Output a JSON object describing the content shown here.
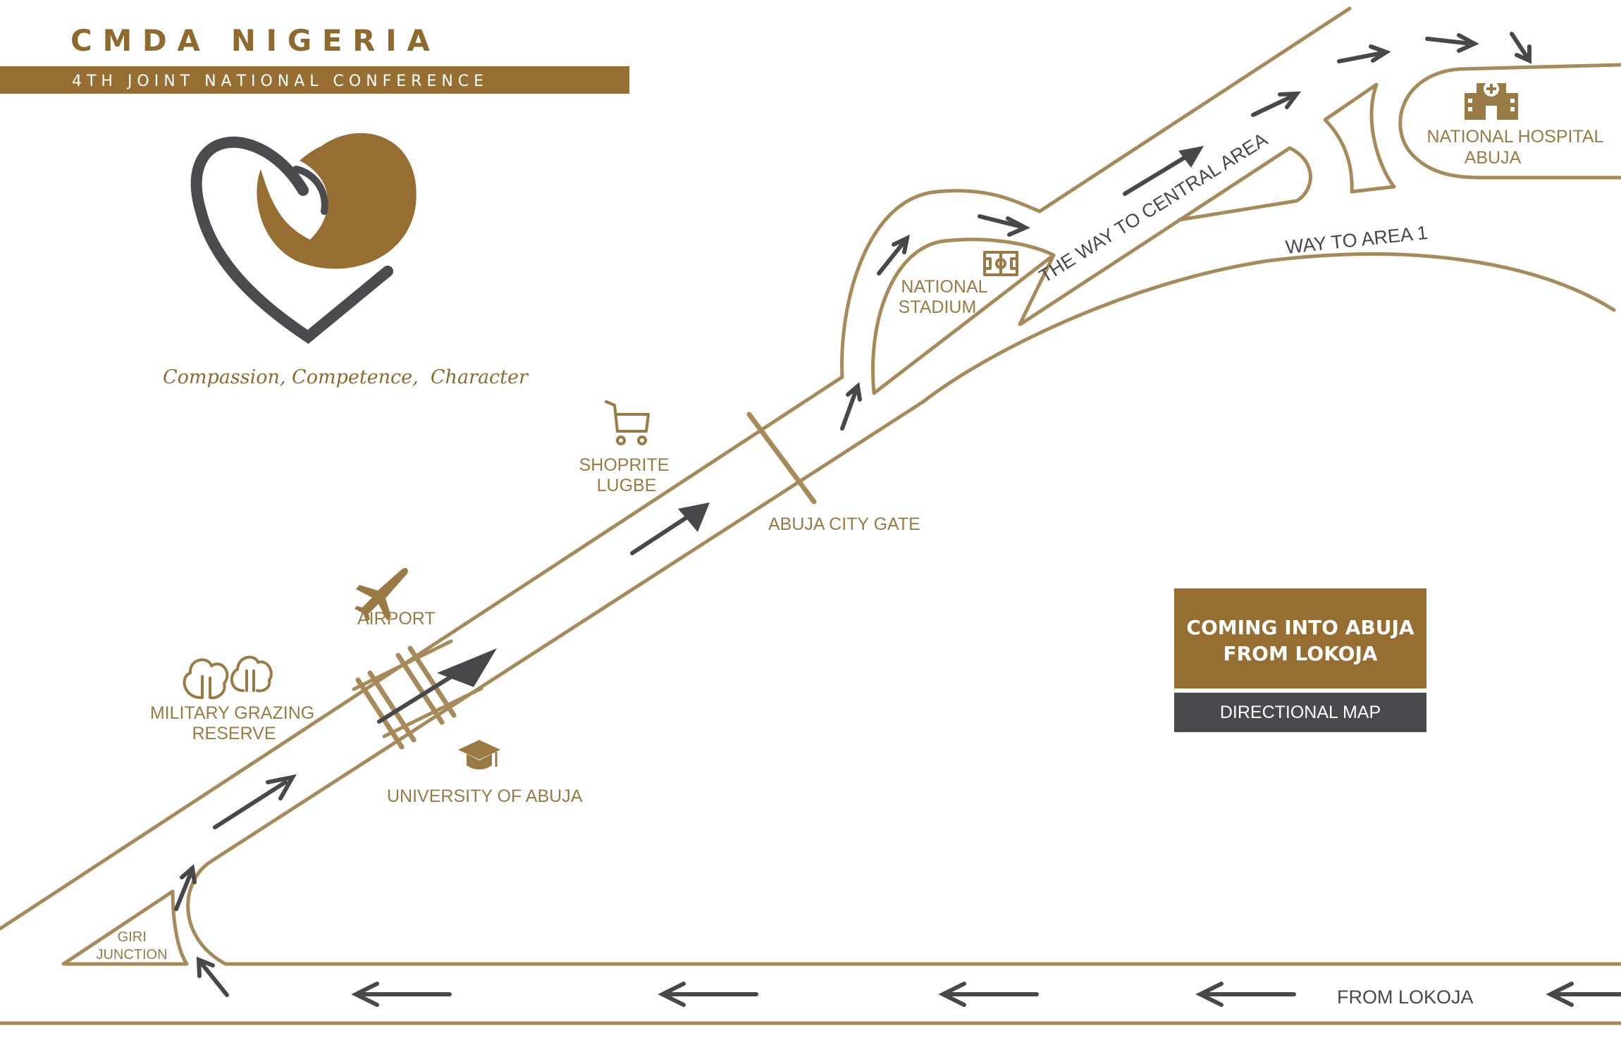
{
  "header": {
    "title": "C M D A   N I G E R I A",
    "banner": "4 T H   J O I N T   N A T I O N A L   C O N F E R E N C E",
    "tagline": "Compassion, Competence,  Character"
  },
  "colors": {
    "gold": "#976e32",
    "road": "#a68a59",
    "dark": "#48484a"
  },
  "legend": {
    "title_line1": "COMING INTO ABUJA",
    "title_line2": "FROM LOKOJA",
    "subtitle": "DIRECTIONAL MAP"
  },
  "landmarks": {
    "hospital_line1": "NATIONAL HOSPITAL",
    "hospital_line2": "ABUJA",
    "central_area": "THE WAY TO CENTRAL AREA",
    "area1": "WAY TO AREA 1",
    "stadium_line1": "NATIONAL",
    "stadium_line2": "STADIUM",
    "shoprite_line1": "SHOPRITE",
    "shoprite_line2": "LUGBE",
    "city_gate": "ABUJA CITY GATE",
    "airport": "AIRPORT",
    "grazing_line1": "MILITARY GRAZING",
    "grazing_line2": "RESERVE",
    "university": "UNIVERSITY OF ABUJA",
    "giri_line1": "GIRI",
    "giri_line2": "JUNCTION",
    "from_lokoja": "FROM LOKOJA"
  },
  "icons": [
    "heart-logo-icon",
    "hospital-icon",
    "stadium-icon",
    "shopping-cart-icon",
    "airplane-icon",
    "trees-icon",
    "graduation-cap-icon"
  ]
}
